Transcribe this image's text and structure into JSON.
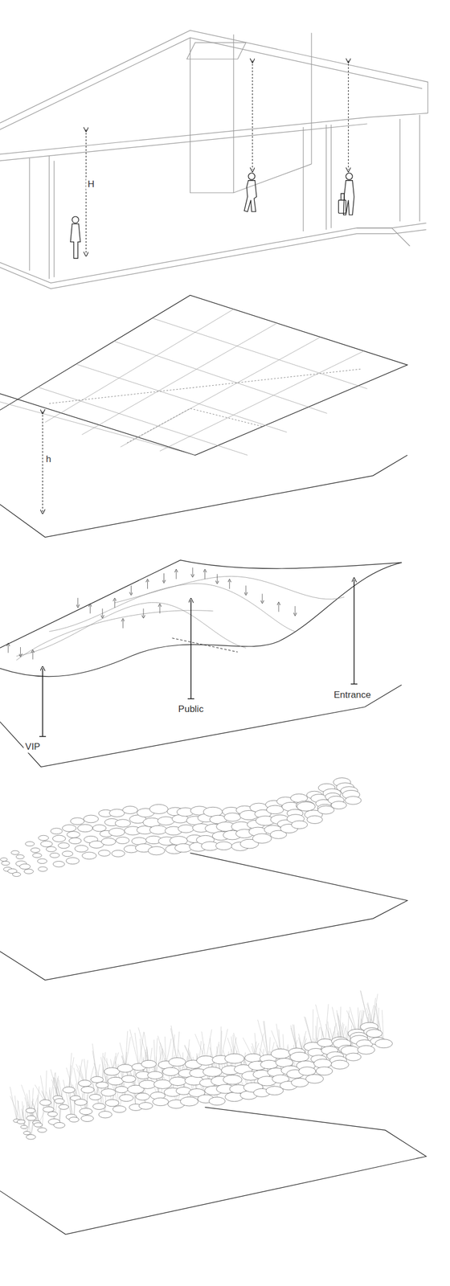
{
  "diagram": {
    "labels": [
      "H",
      "h",
      "Entrance",
      "Public",
      "VIP"
    ]
  }
}
